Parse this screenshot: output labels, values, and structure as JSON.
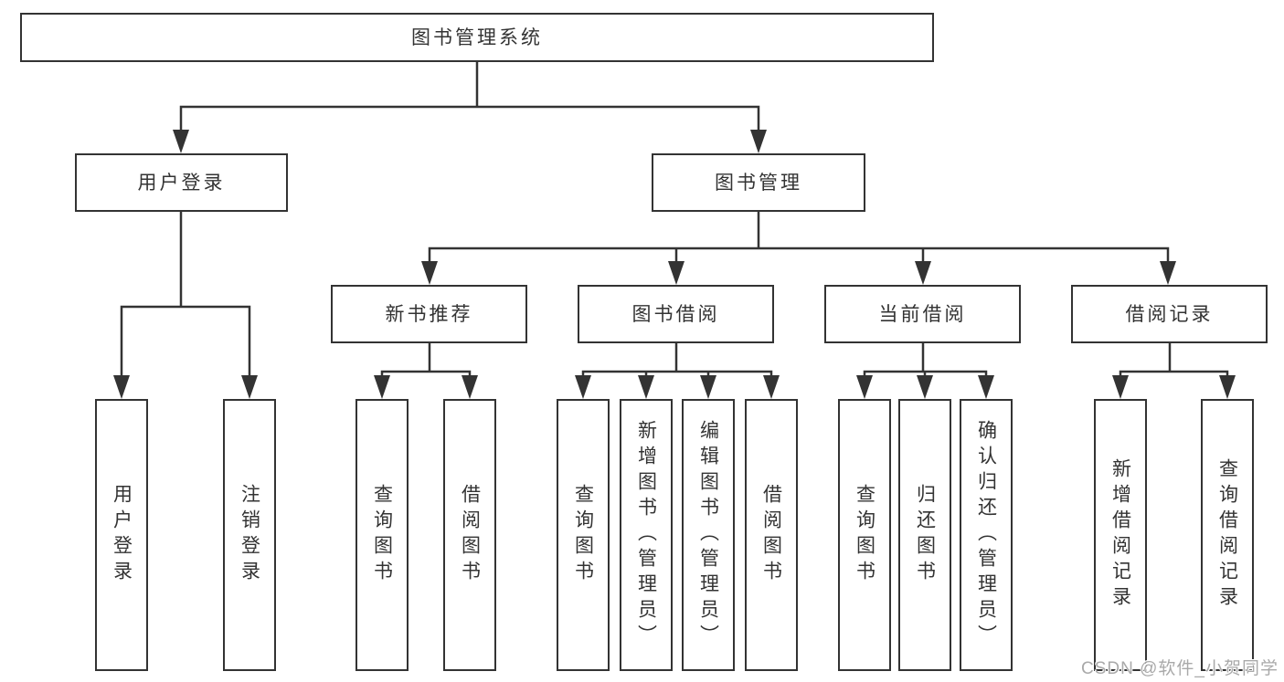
{
  "diagram": {
    "title_node": {
      "label": "图书管理系统"
    },
    "level2": [
      {
        "label": "用户登录"
      },
      {
        "label": "图书管理"
      }
    ],
    "level3": [
      {
        "label": "新书推荐",
        "parent": "图书管理"
      },
      {
        "label": "图书借阅",
        "parent": "图书管理"
      },
      {
        "label": "当前借阅",
        "parent": "图书管理"
      },
      {
        "label": "借阅记录",
        "parent": "图书管理"
      }
    ],
    "leaves": [
      {
        "label": "用户登录",
        "parent": "用户登录"
      },
      {
        "label": "注销登录",
        "parent": "用户登录"
      },
      {
        "label": "查询图书",
        "parent": "新书推荐"
      },
      {
        "label": "借阅图书",
        "parent": "新书推荐"
      },
      {
        "label": "查询图书",
        "parent": "图书借阅"
      },
      {
        "label": "新增图书（管理员）",
        "parent": "图书借阅"
      },
      {
        "label": "编辑图书（管理员）",
        "parent": "图书借阅"
      },
      {
        "label": "借阅图书",
        "parent": "图书借阅"
      },
      {
        "label": "查询图书",
        "parent": "当前借阅"
      },
      {
        "label": "归还图书",
        "parent": "当前借阅"
      },
      {
        "label": "确认归还（管理员）",
        "parent": "当前借阅"
      },
      {
        "label": "新增借阅记录",
        "parent": "借阅记录"
      },
      {
        "label": "查询借阅记录",
        "parent": "借阅记录"
      }
    ]
  },
  "watermark": {
    "text": "CSDN @软件_小贺同学"
  },
  "colors": {
    "line": "#333333",
    "box_border": "#333333",
    "text": "#333333",
    "background": "#ffffff",
    "watermark": "#a9a9a9"
  }
}
